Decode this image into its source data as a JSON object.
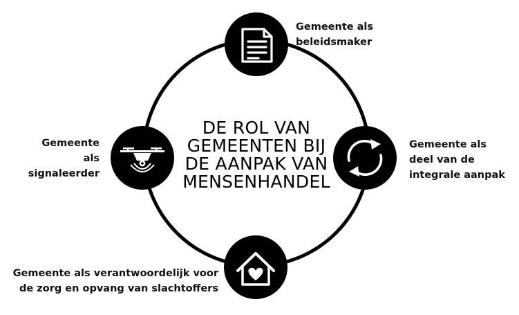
{
  "center": {
    "lines": [
      "DE ROL VAN",
      "GEMEENTEN BIJ",
      "DE AANPAK VAN",
      "MENSENHANDEL"
    ]
  },
  "nodes": {
    "top": {
      "icon": "document-icon",
      "lines": [
        "Gemeente als",
        "beleidsmaker"
      ]
    },
    "right": {
      "icon": "cycle-arrows-icon",
      "lines": [
        "Gemeente als",
        "deel van de",
        "integrale aanpak"
      ]
    },
    "left": {
      "icon": "drone-icon",
      "lines": [
        "Gemeente",
        "als",
        "signaleerder"
      ]
    },
    "bottom": {
      "icon": "house-heart-icon",
      "lines": [
        "Gemeente als verantwoordelijk voor",
        "de zorg en opvang van slachtoffers"
      ]
    }
  },
  "colors": {
    "ink": "#000000",
    "background": "#ffffff"
  }
}
